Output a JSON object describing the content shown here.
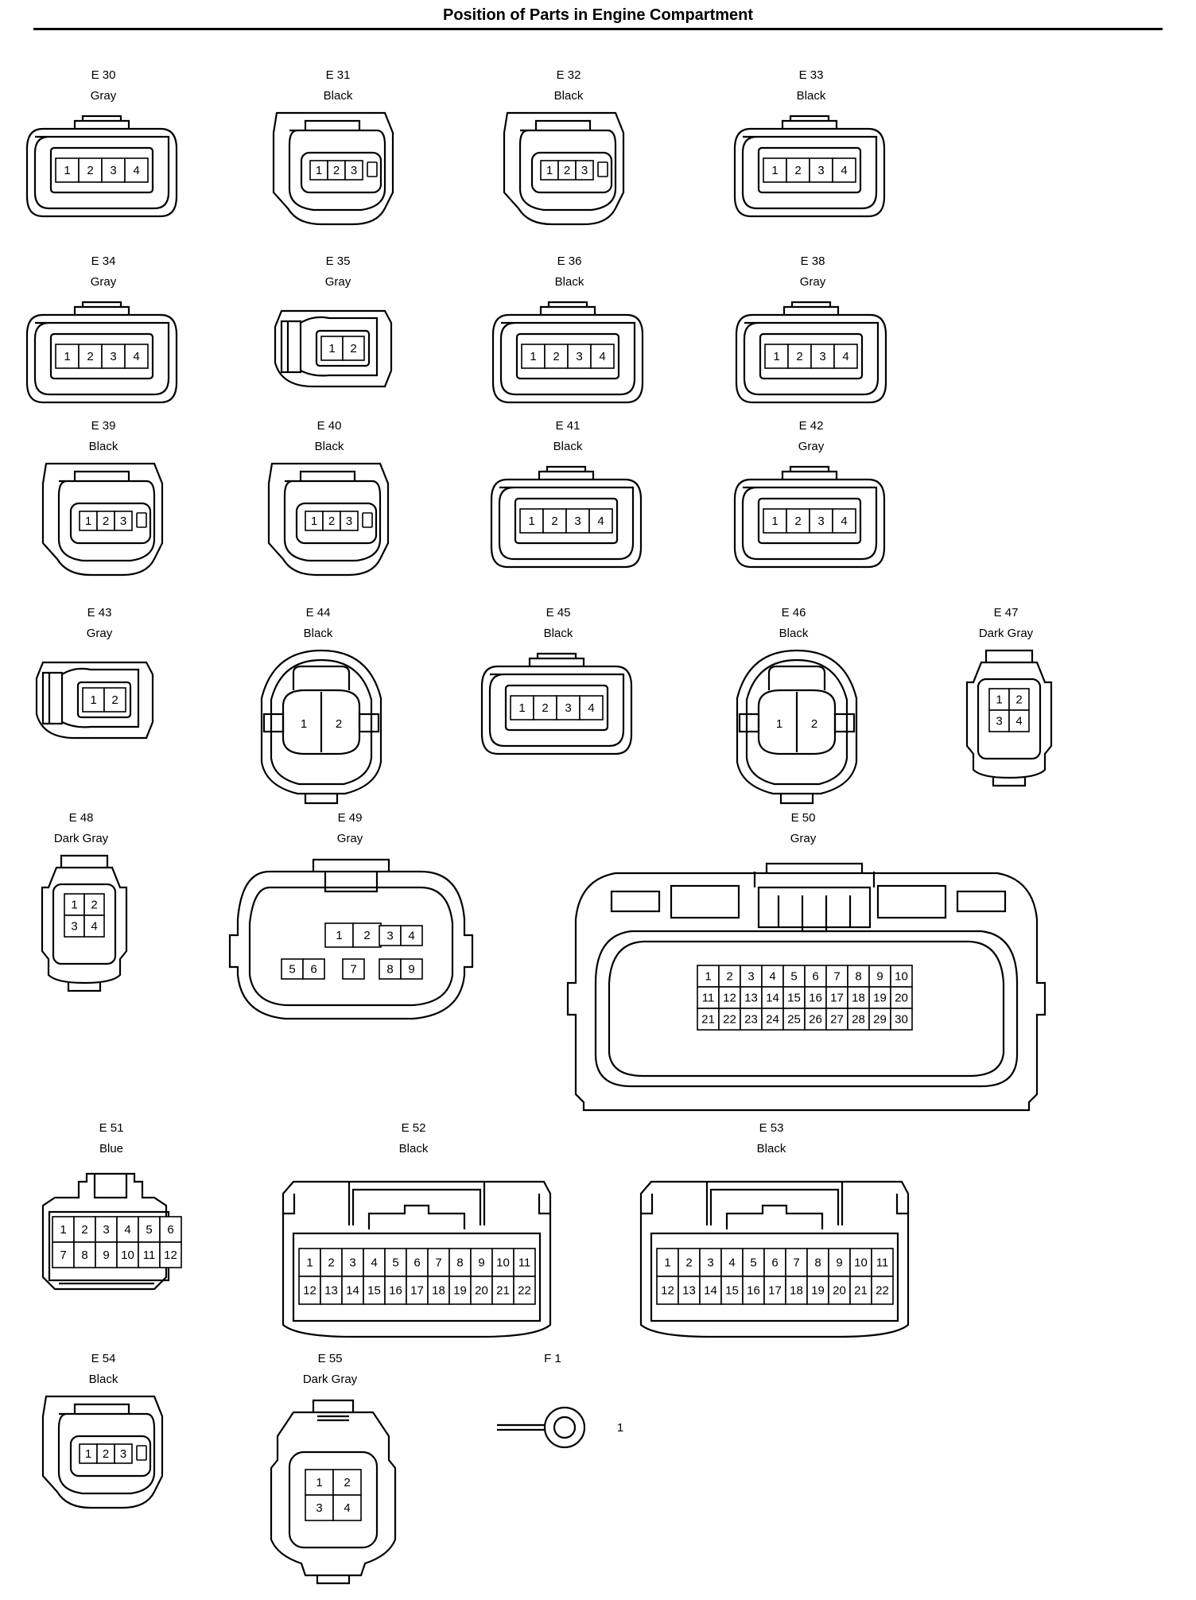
{
  "title": "Position of Parts in Engine Compartment",
  "connectors": [
    {
      "code": "E 30",
      "color": "Gray",
      "pins": [
        "1",
        "2",
        "3",
        "4"
      ]
    },
    {
      "code": "E 31",
      "color": "Black",
      "pins": [
        "1",
        "2",
        "3"
      ]
    },
    {
      "code": "E 32",
      "color": "Black",
      "pins": [
        "1",
        "2",
        "3"
      ]
    },
    {
      "code": "E 33",
      "color": "Black",
      "pins": [
        "1",
        "2",
        "3",
        "4"
      ]
    },
    {
      "code": "E 34",
      "color": "Gray",
      "pins": [
        "1",
        "2",
        "3",
        "4"
      ]
    },
    {
      "code": "E 35",
      "color": "Gray",
      "pins": [
        "1",
        "2"
      ]
    },
    {
      "code": "E 36",
      "color": "Black",
      "pins": [
        "1",
        "2",
        "3",
        "4"
      ]
    },
    {
      "code": "E 38",
      "color": "Gray",
      "pins": [
        "1",
        "2",
        "3",
        "4"
      ]
    },
    {
      "code": "E 39",
      "color": "Black",
      "pins": [
        "1",
        "2",
        "3"
      ]
    },
    {
      "code": "E 40",
      "color": "Black",
      "pins": [
        "1",
        "2",
        "3"
      ]
    },
    {
      "code": "E 41",
      "color": "Black",
      "pins": [
        "1",
        "2",
        "3",
        "4"
      ]
    },
    {
      "code": "E 42",
      "color": "Gray",
      "pins": [
        "1",
        "2",
        "3",
        "4"
      ]
    },
    {
      "code": "E 43",
      "color": "Gray",
      "pins": [
        "1",
        "2"
      ]
    },
    {
      "code": "E 44",
      "color": "Black",
      "pins": [
        "1",
        "2"
      ]
    },
    {
      "code": "E 45",
      "color": "Black",
      "pins": [
        "1",
        "2",
        "3",
        "4"
      ]
    },
    {
      "code": "E 46",
      "color": "Black",
      "pins": [
        "1",
        "2"
      ]
    },
    {
      "code": "E 47",
      "color": "Dark Gray",
      "pins": [
        "1",
        "2",
        "3",
        "4"
      ]
    },
    {
      "code": "E 48",
      "color": "Dark Gray",
      "pins": [
        "1",
        "2",
        "3",
        "4"
      ]
    },
    {
      "code": "E 49",
      "color": "Gray",
      "pins": [
        "1",
        "2",
        "3",
        "4",
        "5",
        "6",
        "7",
        "8",
        "9"
      ]
    },
    {
      "code": "E 50",
      "color": "Gray",
      "pins": [
        "1",
        "2",
        "3",
        "4",
        "5",
        "6",
        "7",
        "8",
        "9",
        "10",
        "11",
        "12",
        "13",
        "14",
        "15",
        "16",
        "17",
        "18",
        "19",
        "20",
        "21",
        "22",
        "23",
        "24",
        "25",
        "26",
        "27",
        "28",
        "29",
        "30"
      ]
    },
    {
      "code": "E 51",
      "color": "Blue",
      "pins": [
        "1",
        "2",
        "3",
        "4",
        "5",
        "6",
        "7",
        "8",
        "9",
        "10",
        "11",
        "12"
      ]
    },
    {
      "code": "E 52",
      "color": "Black",
      "pins": [
        "1",
        "2",
        "3",
        "4",
        "5",
        "6",
        "7",
        "8",
        "9",
        "10",
        "11",
        "12",
        "13",
        "14",
        "15",
        "16",
        "17",
        "18",
        "19",
        "20",
        "21",
        "22"
      ]
    },
    {
      "code": "E 53",
      "color": "Black",
      "pins": [
        "1",
        "2",
        "3",
        "4",
        "5",
        "6",
        "7",
        "8",
        "9",
        "10",
        "11",
        "12",
        "13",
        "14",
        "15",
        "16",
        "17",
        "18",
        "19",
        "20",
        "21",
        "22"
      ]
    },
    {
      "code": "E 54",
      "color": "Black",
      "pins": [
        "1",
        "2",
        "3"
      ]
    },
    {
      "code": "E 55",
      "color": "Dark Gray",
      "pins": [
        "1",
        "2",
        "3",
        "4"
      ]
    },
    {
      "code": "F 1",
      "color": "",
      "pins": [
        "1"
      ]
    }
  ]
}
